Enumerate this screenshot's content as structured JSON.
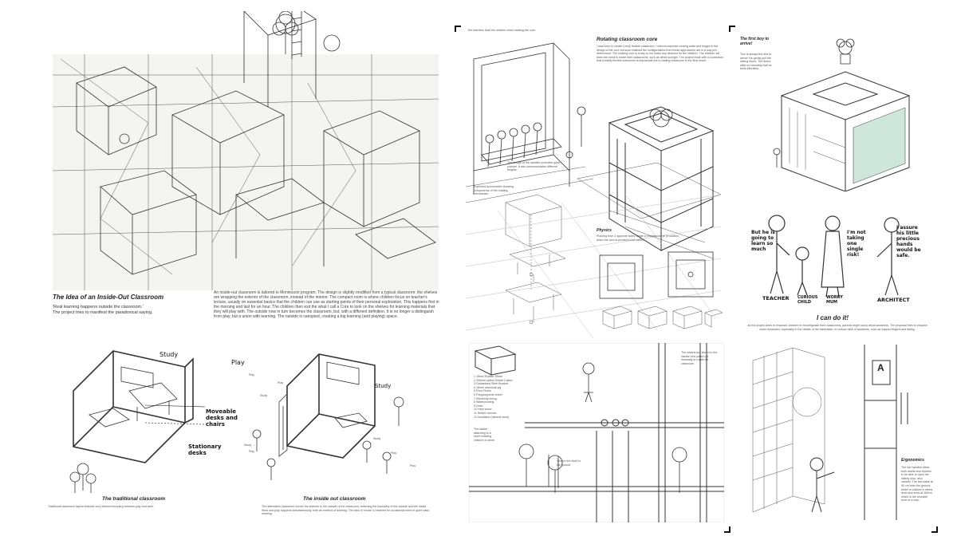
{
  "left": {
    "title": "The Idea of an Inside-Out Classroom",
    "quote": "'Real learning happens outside the classroom.'",
    "quote2": "The project tries to manifest the paradoxical saying.",
    "intro": "An inside-out classroom is tailored to Montessori program. The design is slightly modified from a typical classroom: the shelves are wrapping the exterior of the classroom, instead of the interior. The compact room is where children focus on teacher's lecture, usually on essential basics that the children can use as starting points of their personal exploration. This happens first in the morning and last for an hour. The children then exit the what I call a Core to look on the shelves for learning materials that they will play with. The outside now in turn becomes the classroom, but, with a different definition. It is no longer a distinguish from play, but a union with learning. The outside is canopied, creating a big learning (and playing) space.",
    "labels": {
      "study": "Study",
      "play": "Play",
      "moveable": "Moveable desks and chairs",
      "stationary": "Stationary desks",
      "study_arrow": "Study →"
    },
    "trad_title": "The traditional classroom",
    "trad_text": "Traditional classroom layout features very distinct boundary between play and work.",
    "io_title": "The inside out classroom",
    "io_text": "The alternative classroom moves the shelves to the outside of the classroom, softening the boundary of the outside and the inside. Work and play happens simultaneously, both as method of learning. The idea of 'inside' is retained for occasional need of quiet class meeting."
  },
  "right": {
    "teachers_caption": "The teachers lead the children when rotating the core.",
    "rotating_title": "Rotating classroom core",
    "rotating_text": "I was keen to create a truly flexible classroom. I tried incorporate moving walls and hinges in the design of the core but soon realised the configurations from these approaches are in a way pre-determined. The rotating core is a way to not make any decision for the children. The children will learn the need to rotate their classrooms, such as direct sunlight. The project ends with a conclusion that a totally flexible classroom is impossible but a rotating classroom is the final resort.",
    "handle_note": "The design of the handles promotes good posture. It also accommodates different heights.",
    "exploded_note": "Exploded Axonometric showing components of the rotating mechanism",
    "physics_title": "Physics",
    "physics_text": "Pushing from 3 opposite sides create a resultant force of rotation, when the core is pivoted in the centre.",
    "first_boy_title": "The first boy to arrive!",
    "first_boy_text": "Tom is always the first to arrive! He gently pull the sliding doors. The doors slide so smoothly that he feels effortless.",
    "cartoon": {
      "teacher_speech": "But he is going to learn so much",
      "mum_speech": "I'm not taking one single risk!",
      "architect_speech": "I assure his little precious hands would be safe.",
      "teacher": "TEACHER",
      "child": "CURIOUS CHILD",
      "mum": "WORRY MUM",
      "architect": "ARCHITECT"
    },
    "can_do_title": "I can do it!",
    "can_do_text": "As the project aims to empower children to reconfigurate their classrooms, parents might worry about accidents. The proposal tries to propose some measures, especially in the details of the fabrication, to reduce risks of accidents, such as trapped fingers and falling.",
    "materials": [
      "1  15mm Rubber Sheet",
      "2  200mm radius Swivel Castor",
      "3  Galvanised Steel Bracket",
      "4  18mm structural ply",
      "5  Floor Finish",
      "6  Polypropylene sheet",
      "7  Electricity wiring",
      "8  Waterproofing",
      "9  Drain",
      "10 Hard wood",
      "11 Hidden service",
      "12 Insulation (mineral wool)"
    ],
    "section_note": "The wheels are stored in the handle and pulled out manually to rotate the classroom",
    "ladder_note": "The ladder attaching to a shelf enabling children to climb",
    "secure_note": "Secure the shelf to the ground",
    "ergonomics_title": "Ergonomics",
    "ergonomics_text": "The bar handles allow both adults and children to be able to open the sliding door, also cabinet. The bar starts at 50 cm from the ground, which is children's elbow level and ends at 160cm which is the shoulder level of a man.",
    "letter_a": "A"
  }
}
